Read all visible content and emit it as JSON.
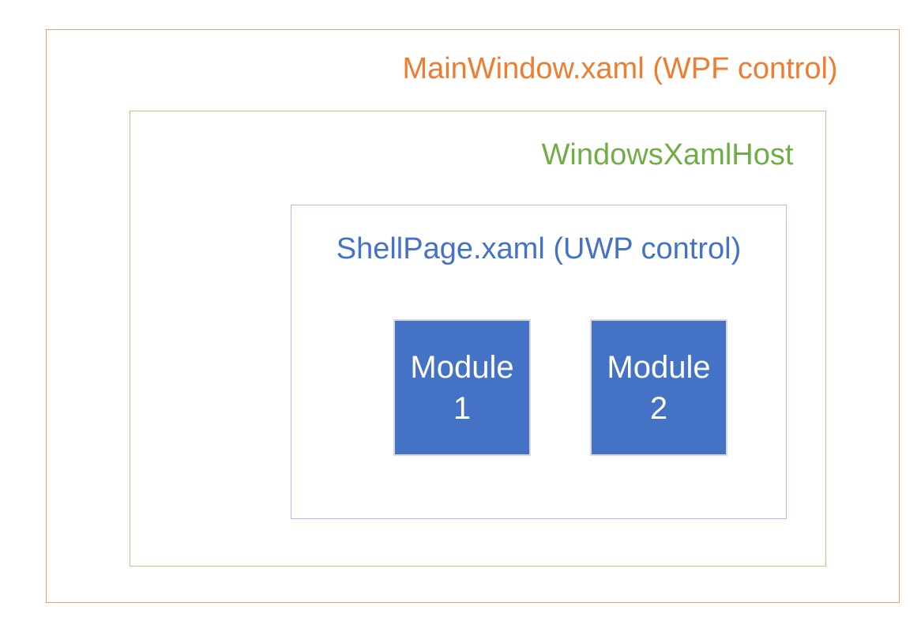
{
  "colors": {
    "outer_border": "#F2A16C",
    "outer_label": "#ED7D31",
    "host_border": "#A9D18E",
    "host_label": "#70AD47",
    "shell_border": "#A9C0E4",
    "shell_label": "#4472C4",
    "module_fill": "#4472C4",
    "module_border": "#D9D9D9",
    "module_text": "#FFFFFF"
  },
  "boxes": {
    "outer": {
      "label": "MainWindow.xaml (WPF control)"
    },
    "host": {
      "label": "WindowsXamlHost"
    },
    "shell": {
      "label": "ShellPage.xaml (UWP control)"
    },
    "modules": [
      {
        "line1": "Module",
        "line2": "1"
      },
      {
        "line1": "Module",
        "line2": "2"
      }
    ]
  }
}
